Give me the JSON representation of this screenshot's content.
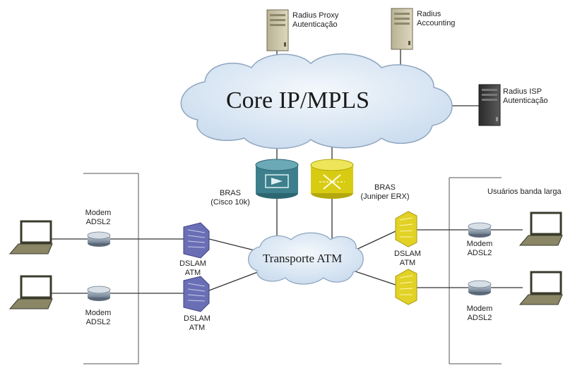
{
  "core_cloud": {
    "label": "Core IP/MPLS"
  },
  "transport_cloud": {
    "label": "Transporte ATM"
  },
  "servers": {
    "radius_proxy": {
      "line1": "Radius Proxy",
      "line2": "Autenticação"
    },
    "radius_accounting": {
      "line1": "Radius",
      "line2": "Accounting"
    },
    "radius_isp": {
      "line1": "Radius ISP",
      "line2": "Autenticação"
    }
  },
  "bras": {
    "cisco": {
      "line1": "BRAS",
      "line2": "(Cisco 10k)"
    },
    "juniper": {
      "line1": "BRAS",
      "line2": "(Juniper ERX)"
    }
  },
  "dslam": {
    "left_top": {
      "line1": "DSLAM",
      "line2": "ATM"
    },
    "left_bottom": {
      "line1": "DSLAM",
      "line2": "ATM"
    },
    "right": {
      "line1": "DSLAM",
      "line2": "ATM"
    }
  },
  "modems": {
    "left_top": {
      "line1": "Modem",
      "line2": "ADSL2"
    },
    "left_bottom": {
      "line1": "Modem",
      "line2": "ADSL2"
    },
    "right_top": {
      "line1": "Modem",
      "line2": "ADSL2"
    },
    "right_bottom": {
      "line1": "Modem",
      "line2": "ADSL2"
    }
  },
  "users_label": "Usuários banda larga",
  "colors": {
    "cloud_fill": "#dfeaf6",
    "cloud_stroke": "#8fa6c0",
    "server": "#c9c3a6",
    "server_dark": "#3a3a3a",
    "bras_cisco": "#3d7f8c",
    "bras_juniper": "#d8cc12",
    "dslam_left": "#6a6fb5",
    "dslam_right": "#d9c820",
    "modem": "#8a98a8",
    "line": "#333333"
  }
}
